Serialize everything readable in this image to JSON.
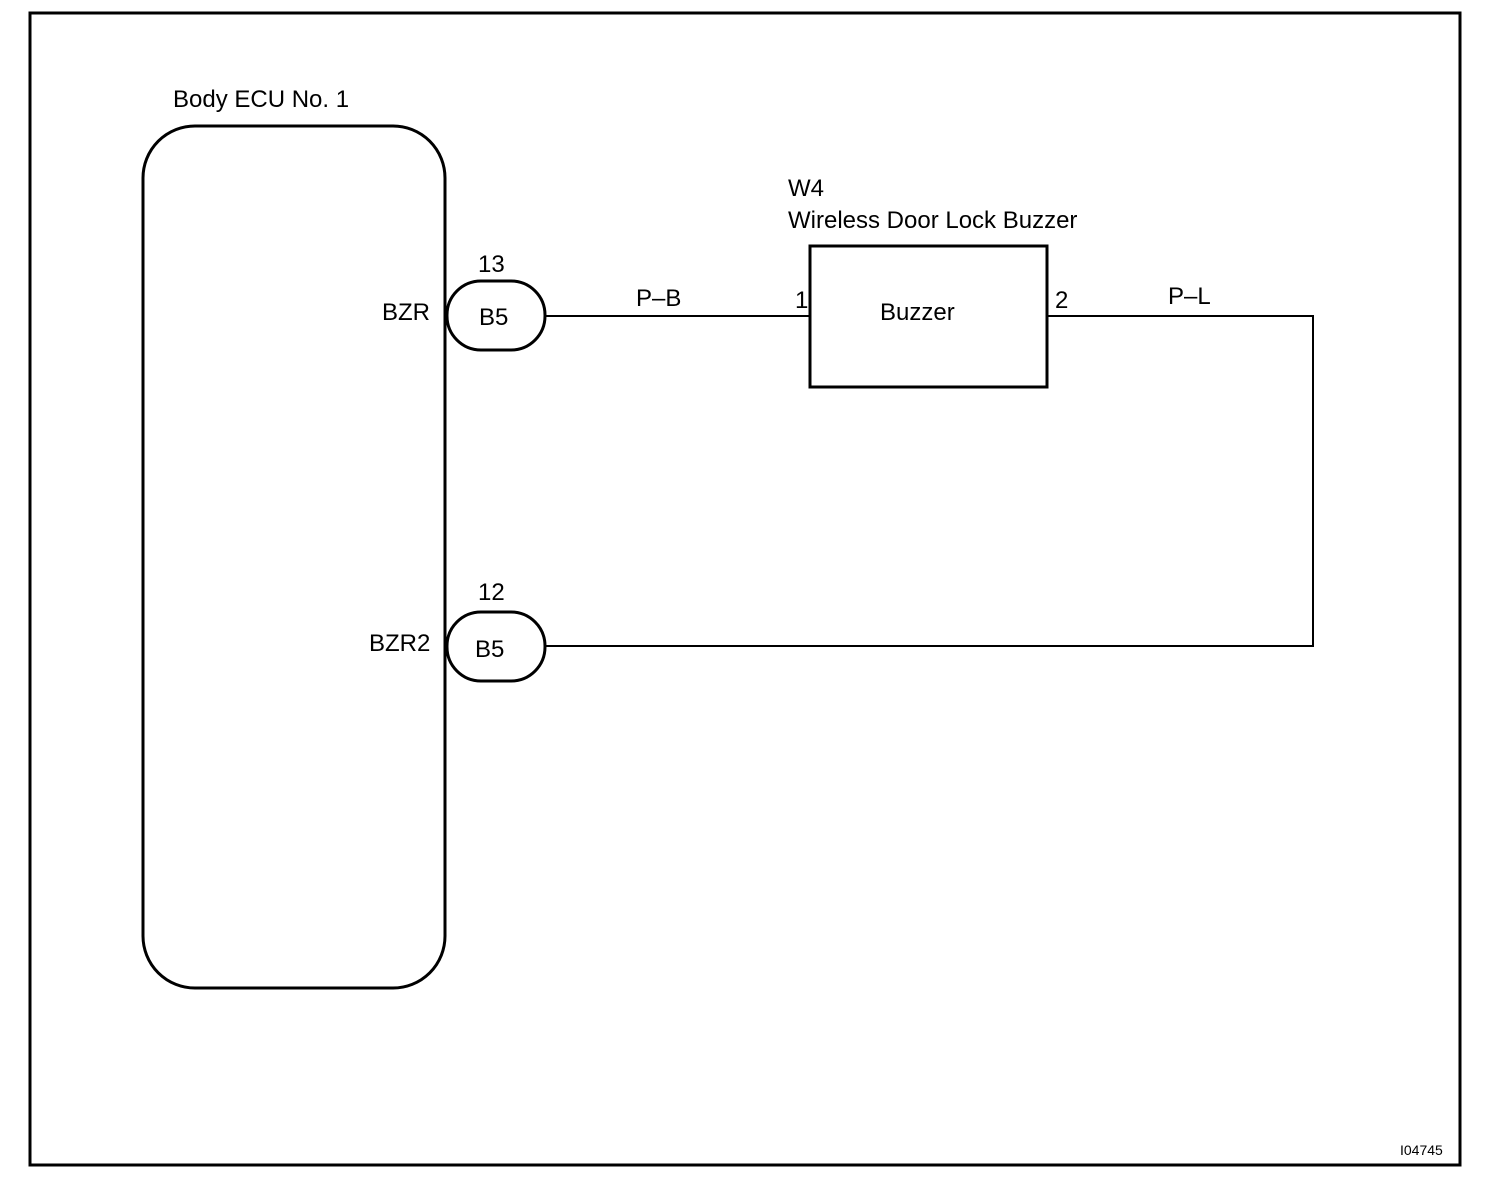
{
  "ecu": {
    "title": "Body ECU No. 1",
    "pins": [
      {
        "terminal": "BZR",
        "pin_number": "13",
        "connector": "B5"
      },
      {
        "terminal": "BZR2",
        "pin_number": "12",
        "connector": "B5"
      }
    ]
  },
  "buzzer": {
    "code": "W4",
    "name": "Wireless Door Lock Buzzer",
    "label": "Buzzer",
    "pin_left": "1",
    "pin_right": "2"
  },
  "wires": {
    "wire_1": "P–B",
    "wire_2": "P–L"
  },
  "figure_id": "I04745"
}
